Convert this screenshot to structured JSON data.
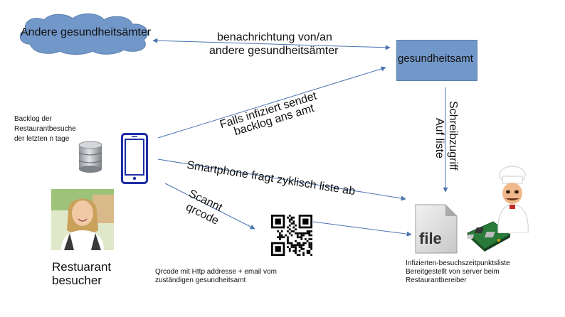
{
  "nodes": {
    "other_offices": "Andere gesundheitsämter",
    "health_office": "gesundheitsamt",
    "backlog": [
      "Backlog der",
      "Restaurantbesuche",
      "der letzten n tage"
    ],
    "visitor": [
      "Restuarant",
      "besucher"
    ],
    "qrcode_caption": [
      "Qrcode mit Http addresse + email vom",
      "zuständigen gesundheitsamt"
    ],
    "file_caption": [
      "Infizierten-besuchszeitpunktsliste",
      "Bereitgestellt von server beim",
      "Restaurantbereiber"
    ],
    "file_label": "file"
  },
  "edges": {
    "notify": [
      "benachrichtung von/an",
      "andere gesundheitsämter"
    ],
    "infected_send": [
      "Falls infiziert sendet",
      "backlog ans amt"
    ],
    "poll_list": "Smartphone fragt zyklisch liste ab",
    "scan": [
      "Scannt",
      "qrcode"
    ],
    "write_access": [
      "Schreibzugriff",
      "Auf liste"
    ]
  },
  "colors": {
    "cloud": "#7297c9",
    "box": "#7297c9",
    "arrow": "#4a74b0",
    "phone": "#1f2fa6"
  }
}
